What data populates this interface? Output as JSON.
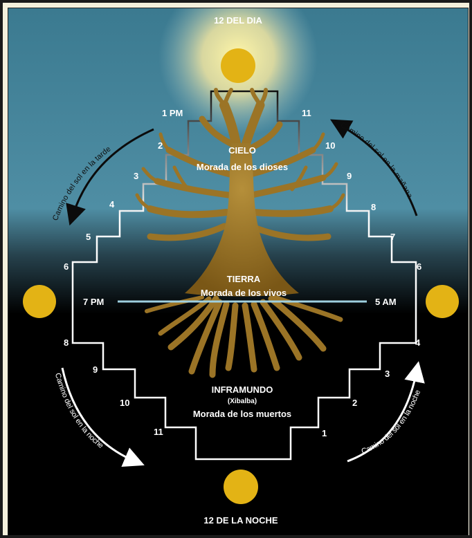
{
  "top_label": "12 DEL DIA",
  "bottom_label": "12 DE LA NOCHE",
  "left_time": "7 PM",
  "right_time": "5 AM",
  "cielo": {
    "title": "CIELO",
    "subtitle": "Morada de los dioses"
  },
  "tierra": {
    "title": "TIERRA",
    "subtitle": "Morada de los vivos"
  },
  "inframundo": {
    "title": "INFRAMUNDO",
    "alt": "(Xibalba)",
    "subtitle": "Morada de los muertos"
  },
  "arc_labels": {
    "tarde": "Camino del sol en la tarde",
    "manana": "Camino del sol en la mañana",
    "noche_left": "Camino del sol en la noche",
    "noche_right": "Camino del sol en la noche"
  },
  "steps_upper_left": [
    "1 PM",
    "2",
    "3",
    "4",
    "5",
    "6"
  ],
  "steps_upper_right": [
    "11",
    "10",
    "9",
    "8",
    "7",
    "6"
  ],
  "steps_lower_left": [
    "8",
    "9",
    "10",
    "11"
  ],
  "steps_lower_right": [
    "4",
    "3",
    "2",
    "1"
  ],
  "colors": {
    "sky_top": "#3d7d93",
    "sky_mid": "#4f8fa5",
    "night": "#000000",
    "sun": "#e3b315",
    "tree": "#9b7426",
    "horizon": "#9fd0e0"
  }
}
